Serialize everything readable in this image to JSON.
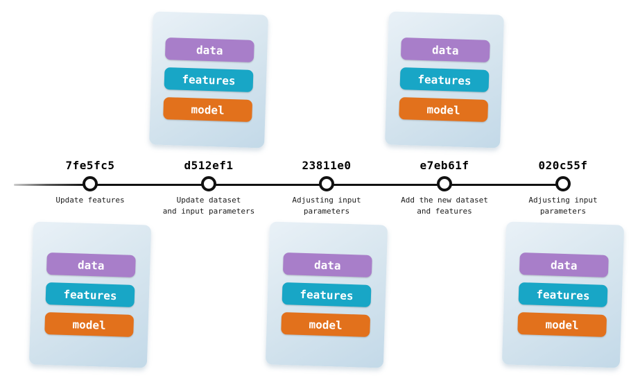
{
  "diagram": {
    "name": "experiment-version-timeline",
    "line_color": "#111111",
    "node_fill": "#ffffff",
    "card_background_from": "#e9f1f7",
    "card_background_to": "#c3d9e8",
    "pill_colors": {
      "data": "#a87ec9",
      "features": "#18a6c6",
      "model": "#e2711c"
    }
  },
  "commits": [
    {
      "hash": "7fe5fc5",
      "description": "Update features",
      "card": {
        "position": "below",
        "labels": [
          "data",
          "features",
          "model"
        ]
      }
    },
    {
      "hash": "d512ef1",
      "description": "Update dataset\nand input parameters",
      "card": {
        "position": "above",
        "labels": [
          "data",
          "features",
          "model"
        ]
      }
    },
    {
      "hash": "23811e0",
      "description": "Adjusting input\nparameters",
      "card": {
        "position": "below",
        "labels": [
          "data",
          "features",
          "model"
        ]
      }
    },
    {
      "hash": "e7eb61f",
      "description": "Add the new dataset\nand features",
      "card": {
        "position": "above",
        "labels": [
          "data",
          "features",
          "model"
        ]
      }
    },
    {
      "hash": "020c55f",
      "description": "Adjusting input\nparameters",
      "card": {
        "position": "below",
        "labels": [
          "data",
          "features",
          "model"
        ]
      }
    }
  ]
}
